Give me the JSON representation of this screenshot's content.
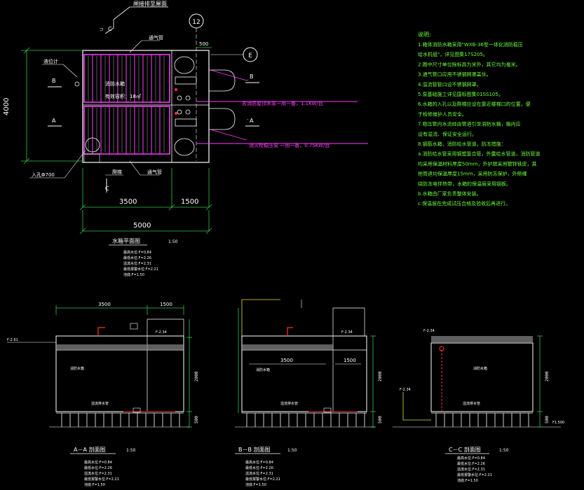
{
  "colors": {
    "background": "#000000",
    "line": "#ffffff",
    "dimension": "#2ec84a",
    "notes": "#6cff3c",
    "magenta": "#ff3cff",
    "cyan": "#33ddee",
    "yellow": "#e8e040",
    "red": "#ff3030"
  },
  "plan": {
    "top_label": "闸接排至屋面",
    "axis_12": "12",
    "axis_E": "E",
    "dim_500": "500",
    "label_level_gauge": "液位计",
    "label_inner": "消防水箱",
    "label_inner2": "有效容积：18㎡",
    "label_vent_top": "通气管",
    "label_vent_bottom": "通气管",
    "label_manhole": "入孔Φ700",
    "label_ladder": "爬梯",
    "pipe1": "去消防屋顶水泵一用一备，1.1KW/台",
    "pipe2": "消火栓稳压泵 一用一备，0.75KW/台",
    "section_mark_b": "B",
    "section_mark_a": "A",
    "section_mark_c": "C",
    "dim_height": "4000",
    "dim_3500": "3500",
    "dim_1500": "1500",
    "dim_5000": "5000",
    "title": "水箱平面图",
    "scale": "1:50"
  },
  "levels": [
    "最高水位:F=0.84",
    "最低水位:F=2.26",
    "溢流水位:F=2.31",
    "最低报警水位:F=2.21",
    "池底:F=1.50"
  ],
  "notes": {
    "title": "说明:",
    "lines": [
      "1.箱体消防水箱采用\"WXB-36型一体化消防稳压",
      "   给水机组\"，详见图集17S205。",
      "2.图中尺寸单位除标高为米外，其它均为毫米。",
      "3.通气管口应用不锈钢网罩盖住。",
      "4.溢流管管口设不锈钢网罩。",
      "5.泵基础施工详见国标图集01SS105。",
      "6.水箱的入孔以及爬梯应设在靠近楼梯口的位置，便",
      "   于检修维护人员安全。",
      "7.稳压管内水流经由管道引至消防水箱，箱内应",
      "   设有溢流、保证安全运行。",
      "8.钢筋水箱、消防给水管道，防冻措施：",
      "   a.消防给水管采用钢塑复合管，外露给水管道，消防管道",
      "   均采用保温材料厚度50mm，外护层采用镀锌铁皮，其",
      "   他管道均保温厚度15mm，采用防冻保护，外侧缠",
      "   绕防冻电伴热带，水箱的保温层采用钢板。",
      "   b.水箱由厂家负责整体安装。",
      "   c.保温层在完成试压合格及验收后再进行。"
    ]
  },
  "section_aa": {
    "title": "A－A 剖面图",
    "scale": "1:50",
    "dim_3500": "3500",
    "dim_1500": "1500",
    "dim_2000": "2000",
    "dim_bottom": "500",
    "label_level": "F-2.61",
    "label_right": "F-2.34",
    "label_tank": "消防水箱",
    "label_bottom": "溢流排水管"
  },
  "section_bb": {
    "title": "B－B 剖面图",
    "scale": "1:50",
    "dim_3500": "3500",
    "dim_1500": "1500",
    "dim_2000": "2000",
    "dim_bottom": "500",
    "label_right": "F-2.34",
    "label_tank": "消防水箱",
    "label_bottom": "溢流排水管"
  },
  "section_cc": {
    "title": "C－C 剖面图",
    "scale": "1:50",
    "dim_2000": "2000",
    "dim_bottom": "500",
    "label_left": "F-2.34",
    "label_mid": "F-2.34",
    "label_right": "F1.500",
    "label_tank": "消防水箱",
    "label_bottom": "溢流排水管"
  }
}
